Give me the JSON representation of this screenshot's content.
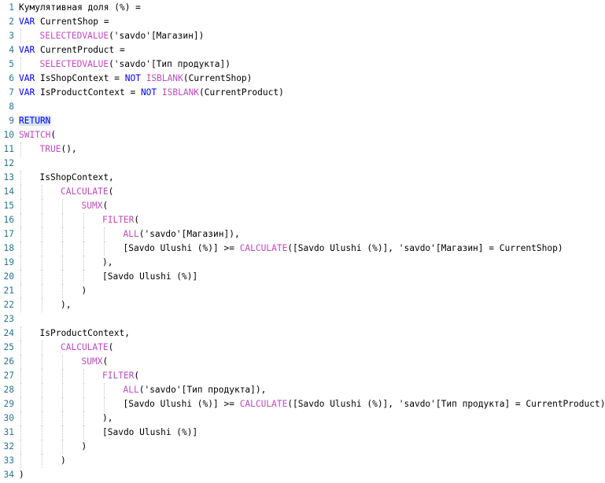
{
  "editor": {
    "lines": [
      {
        "n": "1",
        "segments": [
          {
            "t": "Кумулятивная доля (%) =",
            "c": "txt"
          }
        ]
      },
      {
        "n": "2",
        "segments": [
          {
            "t": "VAR ",
            "c": "kw"
          },
          {
            "t": "CurrentShop =",
            "c": "txt"
          }
        ]
      },
      {
        "n": "3",
        "indent": 1,
        "segments": [
          {
            "t": "SELECTEDVALUE",
            "c": "func"
          },
          {
            "t": "('savdo'[Магазин])",
            "c": "txt"
          }
        ]
      },
      {
        "n": "4",
        "segments": [
          {
            "t": "VAR ",
            "c": "kw"
          },
          {
            "t": "CurrentProduct =",
            "c": "txt"
          }
        ]
      },
      {
        "n": "5",
        "indent": 1,
        "segments": [
          {
            "t": "SELECTEDVALUE",
            "c": "func"
          },
          {
            "t": "('savdo'[Тип продукта])",
            "c": "txt"
          }
        ]
      },
      {
        "n": "6",
        "segments": [
          {
            "t": "VAR ",
            "c": "kw"
          },
          {
            "t": "IsShopContext = ",
            "c": "txt"
          },
          {
            "t": "NOT ",
            "c": "kw"
          },
          {
            "t": "ISBLANK",
            "c": "func"
          },
          {
            "t": "(CurrentShop)",
            "c": "txt"
          }
        ]
      },
      {
        "n": "7",
        "segments": [
          {
            "t": "VAR ",
            "c": "kw"
          },
          {
            "t": "IsProductContext = ",
            "c": "txt"
          },
          {
            "t": "NOT ",
            "c": "kw"
          },
          {
            "t": "ISBLANK",
            "c": "func"
          },
          {
            "t": "(CurrentProduct)",
            "c": "txt"
          }
        ]
      },
      {
        "n": "8",
        "segments": []
      },
      {
        "n": "9",
        "segments": [
          {
            "t": "RETURN",
            "c": "kw hl"
          }
        ]
      },
      {
        "n": "10",
        "segments": [
          {
            "t": "SWITCH",
            "c": "func"
          },
          {
            "t": "(",
            "c": "txt"
          }
        ]
      },
      {
        "n": "11",
        "indent": 1,
        "segments": [
          {
            "t": "TRUE",
            "c": "func"
          },
          {
            "t": "(),",
            "c": "txt"
          }
        ]
      },
      {
        "n": "12",
        "segments": []
      },
      {
        "n": "13",
        "indent": 1,
        "segments": [
          {
            "t": "IsShopContext,",
            "c": "txt"
          }
        ]
      },
      {
        "n": "14",
        "indent": 2,
        "segments": [
          {
            "t": "CALCULATE",
            "c": "func"
          },
          {
            "t": "(",
            "c": "txt"
          }
        ]
      },
      {
        "n": "15",
        "indent": 3,
        "segments": [
          {
            "t": "SUMX",
            "c": "func"
          },
          {
            "t": "(",
            "c": "txt"
          }
        ]
      },
      {
        "n": "16",
        "indent": 4,
        "segments": [
          {
            "t": "FILTER",
            "c": "func"
          },
          {
            "t": "(",
            "c": "txt"
          }
        ]
      },
      {
        "n": "17",
        "indent": 5,
        "segments": [
          {
            "t": "ALL",
            "c": "func"
          },
          {
            "t": "('savdo'[Магазин]),",
            "c": "txt"
          }
        ]
      },
      {
        "n": "18",
        "indent": 5,
        "segments": [
          {
            "t": "[Savdo Ulushi (%)] >= ",
            "c": "txt"
          },
          {
            "t": "CALCULATE",
            "c": "func"
          },
          {
            "t": "([Savdo Ulushi (%)], 'savdo'[Магазин] = CurrentShop)",
            "c": "txt"
          }
        ]
      },
      {
        "n": "19",
        "indent": 4,
        "segments": [
          {
            "t": "),",
            "c": "txt"
          }
        ]
      },
      {
        "n": "20",
        "indent": 4,
        "segments": [
          {
            "t": "[Savdo Ulushi (%)]",
            "c": "txt"
          }
        ]
      },
      {
        "n": "21",
        "indent": 3,
        "segments": [
          {
            "t": ")",
            "c": "txt"
          }
        ]
      },
      {
        "n": "22",
        "indent": 2,
        "segments": [
          {
            "t": "),",
            "c": "txt"
          }
        ]
      },
      {
        "n": "23",
        "segments": []
      },
      {
        "n": "24",
        "indent": 1,
        "segments": [
          {
            "t": "IsProductContext,",
            "c": "txt"
          }
        ]
      },
      {
        "n": "25",
        "indent": 2,
        "segments": [
          {
            "t": "CALCULATE",
            "c": "func"
          },
          {
            "t": "(",
            "c": "txt"
          }
        ]
      },
      {
        "n": "26",
        "indent": 3,
        "segments": [
          {
            "t": "SUMX",
            "c": "func"
          },
          {
            "t": "(",
            "c": "txt"
          }
        ]
      },
      {
        "n": "27",
        "indent": 4,
        "segments": [
          {
            "t": "FILTER",
            "c": "func"
          },
          {
            "t": "(",
            "c": "txt"
          }
        ]
      },
      {
        "n": "28",
        "indent": 5,
        "segments": [
          {
            "t": "ALL",
            "c": "func"
          },
          {
            "t": "('savdo'[Тип продукта]),",
            "c": "txt"
          }
        ]
      },
      {
        "n": "29",
        "indent": 5,
        "segments": [
          {
            "t": "[Savdo Ulushi (%)] >= ",
            "c": "txt"
          },
          {
            "t": "CALCULATE",
            "c": "func"
          },
          {
            "t": "([Savdo Ulushi (%)], 'savdo'[Тип продукта] = CurrentProduct)",
            "c": "txt"
          }
        ]
      },
      {
        "n": "30",
        "indent": 4,
        "segments": [
          {
            "t": "),",
            "c": "txt"
          }
        ]
      },
      {
        "n": "31",
        "indent": 4,
        "segments": [
          {
            "t": "[Savdo Ulushi (%)]",
            "c": "txt"
          }
        ]
      },
      {
        "n": "32",
        "indent": 3,
        "segments": [
          {
            "t": ")",
            "c": "txt"
          }
        ]
      },
      {
        "n": "33",
        "indent": 2,
        "segments": [
          {
            "t": ")",
            "c": "txt"
          }
        ]
      },
      {
        "n": "34",
        "segments": [
          {
            "t": ")",
            "c": "txt"
          }
        ]
      }
    ]
  }
}
